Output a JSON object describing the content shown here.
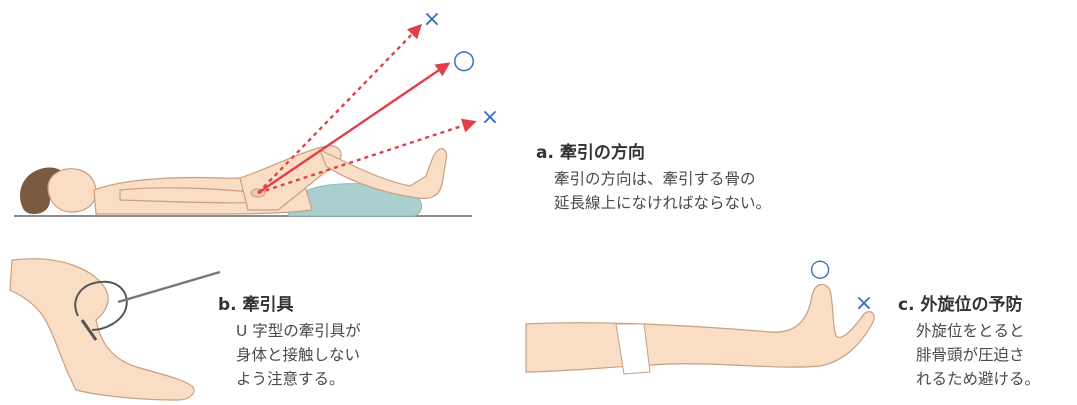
{
  "panels": {
    "a": {
      "title": "a. 牽引の方向",
      "body": [
        "牽引の方向は、牽引する骨の",
        "延長線上になければならない。"
      ],
      "marks": {
        "correct": "○",
        "wrong_upper": "×",
        "wrong_lower": "×"
      }
    },
    "b": {
      "title": "b. 牽引具",
      "body": [
        "U 字型の牽引具が",
        "身体と接触しない",
        "よう注意する。"
      ]
    },
    "c": {
      "title": "c. 外旋位の予防",
      "body": [
        "外旋位をとると",
        "腓骨頭が圧迫さ",
        "れるため避ける。"
      ],
      "marks": {
        "correct": "○",
        "wrong": "×"
      }
    }
  },
  "colors": {
    "skin": "#f9ddc4",
    "skin_line": "#c99f80",
    "hair": "#7a5a40",
    "cushion": "#a9cfcf",
    "arrow": "#e0404a",
    "mark": "#3a6fc0",
    "floor": "#8a8a8a",
    "wire": "#777777"
  }
}
